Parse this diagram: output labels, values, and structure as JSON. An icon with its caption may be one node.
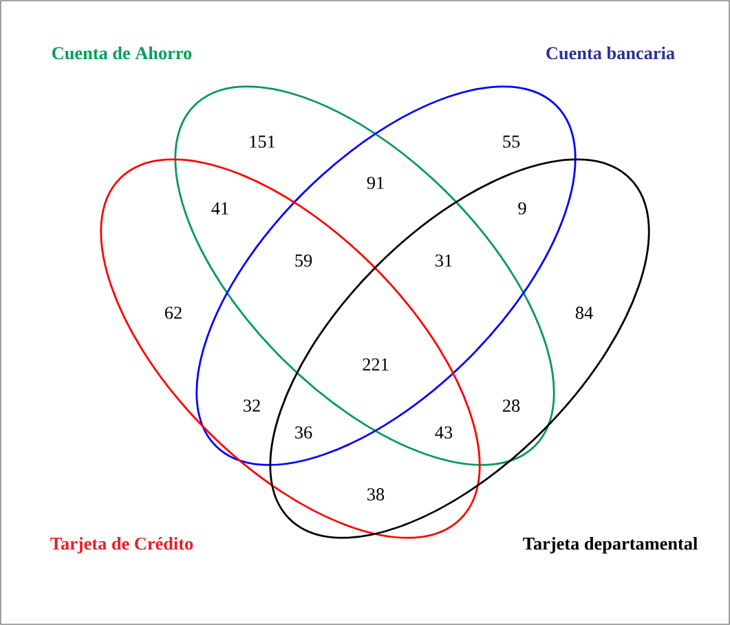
{
  "diagram": {
    "nodes": [
      {
        "text": [
          "Cuenta de Ahorro"
        ]
      },
      {
        "text": [
          "Cuenta bancaria"
        ]
      },
      {
        "text": [
          "Tarjeta de Crédito"
        ]
      },
      {
        "text": [
          "Tarjeta departamental"
        ]
      }
    ],
    "labels": [
      "151",
      "55",
      "91",
      "41",
      "9",
      "59",
      "31",
      "62",
      "84",
      "221",
      "32",
      "28",
      "36",
      "43",
      "38"
    ]
  }
}
